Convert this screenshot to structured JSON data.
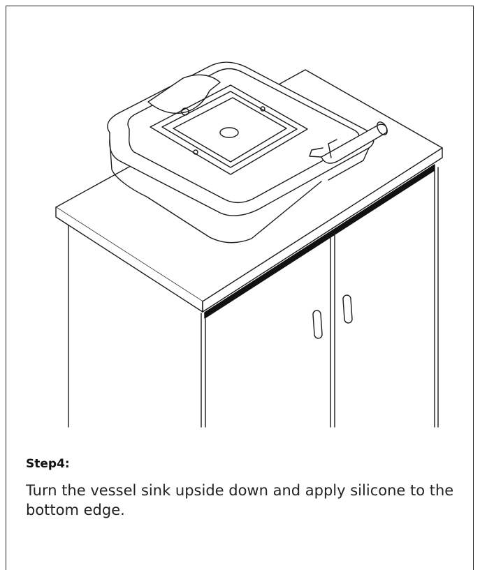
{
  "instruction": {
    "step_label": "Step4:",
    "text": "Turn the vessel sink upside down and apply silicone to the bottom edge."
  },
  "illustration": {
    "subject": "cabinet-with-vessel-sink",
    "line_color": "#1a1a1a"
  }
}
